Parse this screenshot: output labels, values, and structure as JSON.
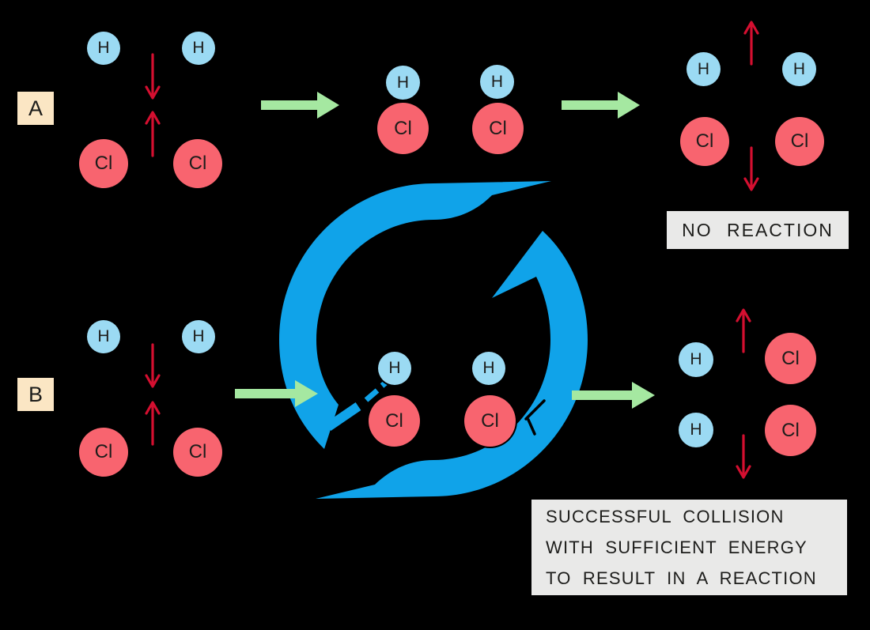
{
  "title": "Collision theory diagram: H2 + Cl2 collisions",
  "labels": {
    "row_a": "A",
    "row_b": "B",
    "hydrogen": "H",
    "chlorine": "Cl"
  },
  "captions": {
    "no_reaction": "NO REACTION",
    "success_line1": "SUCCESSFUL COLLISION",
    "success_line2": "WITH SUFFICIENT ENERGY",
    "success_line3": "TO RESULT IN A REACTION"
  },
  "icons": {
    "collision-cycle-icon": "large blue circular collision swoosh",
    "arrow-right-icon": "green forward arrow",
    "arrow-up-icon": "red upward motion arrow",
    "arrow-down-icon": "red downward motion arrow",
    "spark-icon": "impact spark marks"
  },
  "colors": {
    "bg": "#000000",
    "hydrogen-fill": "#9BDAF3",
    "chlorine-fill": "#F8646F",
    "atom-text": "#1d1d1b",
    "green-arrow": "#A5E8A1",
    "red-arrow": "#D40F30",
    "label-bg": "#FBE6C4",
    "caption-bg": "#E9E9E8",
    "caption-text": "#1d1d1b",
    "collision-blue": "#10A3E9"
  }
}
